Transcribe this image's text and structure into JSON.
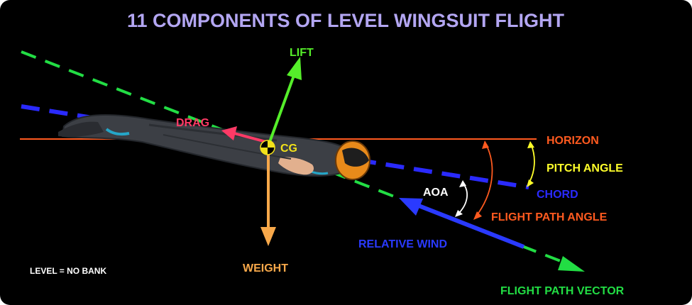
{
  "title": "11 COMPONENTS OF LEVEL WINGSUIT FLIGHT",
  "labels": {
    "lift": "LIFT",
    "drag": "DRAG",
    "cg": "CG",
    "weight": "WEIGHT",
    "horizon": "HORIZON",
    "pitch_angle": "PITCH ANGLE",
    "chord": "CHORD",
    "aoa": "AOA",
    "flight_path_angle": "FLIGHT PATH ANGLE",
    "relative_wind": "RELATIVE WIND",
    "flight_path_vector": "FLIGHT PATH VECTOR",
    "level_note": "LEVEL = NO BANK"
  },
  "colors": {
    "background": "#000000",
    "title": "#b3a6f2",
    "lift": "#55ee2a",
    "drag": "#ff3a66",
    "weight": "#f7a84a",
    "horizon": "#ff5a1f",
    "pitch_angle": "#ffff2a",
    "chord": "#2a2aff",
    "relative_wind": "#2a3aff",
    "flight_path": "#22dd44",
    "aoa": "#ffffff",
    "suit": "#3c3f45"
  }
}
